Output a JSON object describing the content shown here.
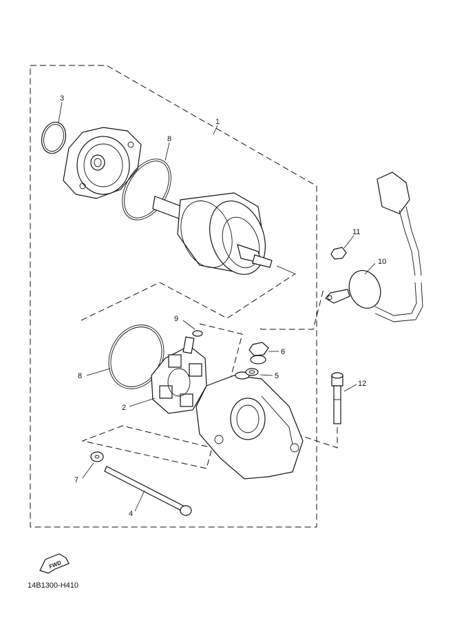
{
  "callouts": {
    "c1": "1",
    "c2": "2",
    "c3": "3",
    "c4": "4",
    "c5": "5",
    "c6": "6",
    "c7": "7",
    "c8a": "8",
    "c8b": "8",
    "c9": "9",
    "c10": "10",
    "c11": "11",
    "c12": "12"
  },
  "fwd_label": "FWD",
  "diagram_code": "14B1300-H410"
}
